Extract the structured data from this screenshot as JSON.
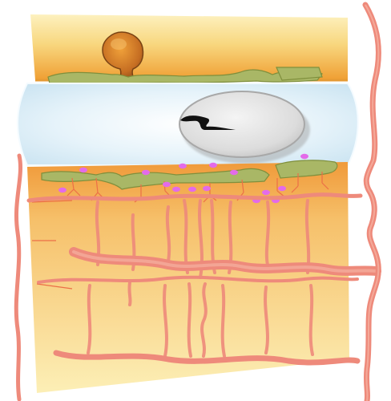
{
  "colors": {
    "background": "#ffffff",
    "upper_layer_top": "#fbe9a6",
    "upper_layer_bottom": "#f2a93a",
    "lumen_fill": "#d9ecf6",
    "lumen_edge": "#f4fbff",
    "nucleus_fill": "#e2e2e2",
    "nucleus_shadow": "#9a9a9a",
    "inclusion": "#111111",
    "lining_cells": "#a9b766",
    "lining_cells_dark": "#7f8f3c",
    "gland_top": "#e08a2a",
    "gland_bottom": "#a4581c",
    "dots": "#e36be9",
    "lower_layer_top": "#f2a84d",
    "lower_layer_bottom": "#fbeaa8",
    "vessel": "#ed8578",
    "vessel_light": "#f7b7a6"
  },
  "icons": {
    "gland": "flask-shaped-gland",
    "nucleus": "oval-nucleus",
    "inclusion": "squiggle-inclusion",
    "dots": "magenta-granule"
  }
}
